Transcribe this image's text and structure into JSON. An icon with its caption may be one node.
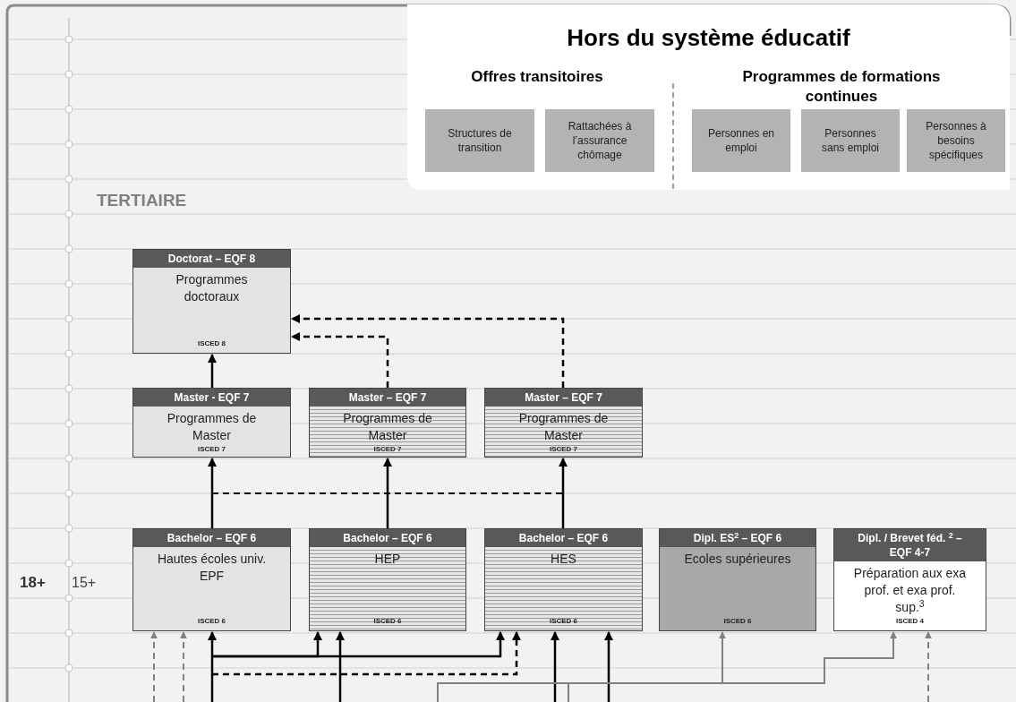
{
  "diagram": {
    "nodes": [
      {
        "text": [
          "Hors du système éducatif"
        ]
      },
      {
        "text": [
          "Structures de transition"
        ],
        "in": 0
      },
      {
        "text": [
          "Rattachées à l’assurance chômage"
        ],
        "in": 0
      },
      {
        "text": [
          "Personnes en emploi"
        ],
        "in": 0
      },
      {
        "text": [
          "Personnes sans emploi"
        ],
        "in": 0
      },
      {
        "text": [
          "Personnes à besoins spécifiques"
        ],
        "in": 0
      },
      {
        "text": [
          "Doctorat – EQF 8",
          "Programmes doctoraux",
          "ISCED 8"
        ]
      },
      {
        "text": [
          "Master - EQF 7",
          "Programmes de Master",
          "ISCED 7"
        ]
      },
      {
        "text": [
          "Master – EQF 7",
          "Programmes de Master",
          "ISCED 7"
        ]
      },
      {
        "text": [
          "Master – EQF 7",
          "Programmes de Master",
          "ISCED 7"
        ]
      },
      {
        "text": [
          "Bachelor – EQF 6",
          "Hautes écoles univ. EPF",
          "ISCED 6"
        ]
      },
      {
        "text": [
          "Bachelor – EQF 6",
          "HEP",
          "ISCED 6"
        ]
      },
      {
        "text": [
          "Bachelor – EQF 6",
          "HES",
          "ISCED 6"
        ]
      },
      {
        "text": [
          "Dipl. ES$^{2}$ – EQF 6",
          "Ecoles supérieures",
          "ISCED 6"
        ]
      },
      {
        "text": [
          "Dipl. / Brevet féd. $^{2}$ – EQF 4-7",
          "Préparation aux exa prof. et exa prof. sup.$^{3}$",
          "ISCED 4"
        ]
      }
    ],
    "edges": [
      {
        "from": 7,
        "to": 6,
        "arrow": "to"
      },
      {
        "from": 8,
        "to": 6,
        "arrow": "to",
        "style": "dashed"
      },
      {
        "from": 9,
        "to": 6,
        "arrow": "to",
        "style": "dashed"
      },
      {
        "from": 10,
        "to": 7,
        "arrow": "to"
      },
      {
        "from": 11,
        "to": 8,
        "arrow": "to"
      },
      {
        "from": 12,
        "to": 9,
        "arrow": "to"
      },
      {
        "from": null,
        "to": 10,
        "arrow": "to",
        "style": "dashed",
        "color": "#808080"
      },
      {
        "from": null,
        "to": 10,
        "arrow": "to",
        "style": "dashed",
        "color": "#808080"
      },
      {
        "from": null,
        "to": 10,
        "arrow": "to"
      },
      {
        "from": null,
        "to": 11,
        "arrow": "to"
      },
      {
        "from": null,
        "to": 12,
        "arrow": "to"
      },
      {
        "from": null,
        "to": 12,
        "arrow": "to",
        "style": "dashed"
      },
      {
        "from": null,
        "to": 11,
        "arrow": "to"
      },
      {
        "from": null,
        "to": 12,
        "arrow": "to"
      },
      {
        "from": null,
        "to": 12,
        "arrow": "to"
      },
      {
        "from": null,
        "to": 13,
        "arrow": "to",
        "color": "#808080"
      },
      {
        "from": null,
        "to": 14,
        "arrow": "to",
        "color": "#808080"
      },
      {
        "from": null,
        "to": 14,
        "arrow": "to",
        "style": "dashed",
        "color": "#808080"
      }
    ],
    "labels": [
      "Offres transitoires",
      "Programmes de formations continues",
      "TERTIAIRE",
      "18+",
      "15+"
    ]
  }
}
